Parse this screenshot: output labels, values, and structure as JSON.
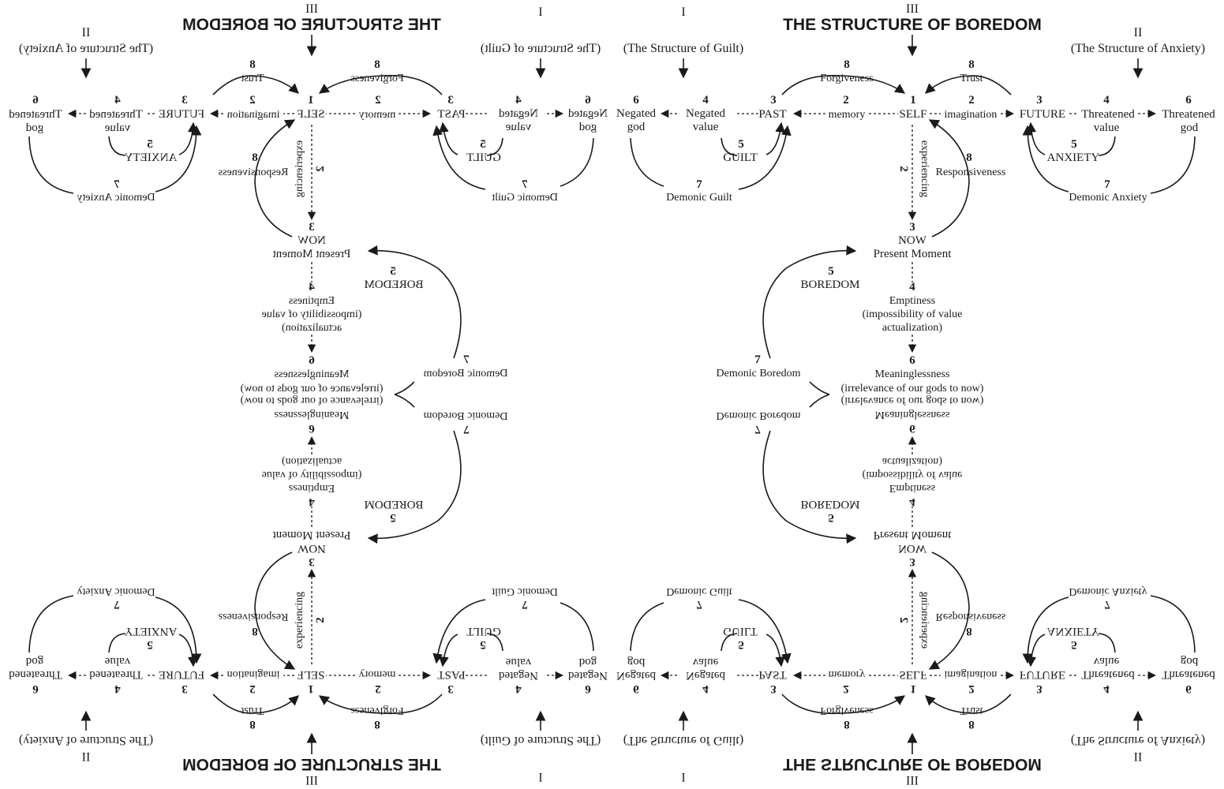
{
  "diagram": {
    "main_title": "THE STRUCTURE OF BOREDOM",
    "main_roman": "III",
    "left_ref": {
      "roman": "I",
      "title": "(The Structure of Guilt)"
    },
    "right_ref": {
      "roman": "II",
      "title": "(The Structure of Anxiety)"
    },
    "nodes": {
      "self": {
        "num": "1",
        "label": "SELF"
      },
      "past": {
        "num": "3",
        "label": "PAST"
      },
      "future": {
        "num": "3",
        "label": "FUTURE"
      },
      "negated_value": {
        "num": "4",
        "line1": "Negated",
        "line2": "value"
      },
      "threatened_value": {
        "num": "4",
        "line1": "Threatened",
        "line2": "value"
      },
      "negated_god": {
        "num": "6",
        "line1": "Negated",
        "line2": "god"
      },
      "threatened_god": {
        "num": "6",
        "line1": "Threatened",
        "line2": "god"
      },
      "guilt": {
        "num": "5",
        "label": "GUILT"
      },
      "anxiety": {
        "num": "5",
        "label": "ANXIETY"
      },
      "demonic_guilt": {
        "num": "7",
        "label": "Demonic Guilt"
      },
      "demonic_anxiety": {
        "num": "7",
        "label": "Demonic Anxiety"
      },
      "now": {
        "num": "3",
        "line1": "NOW",
        "line2": "Present Moment"
      },
      "boredom": {
        "num": "5",
        "label": "BOREDOM"
      },
      "emptiness": {
        "num": "4",
        "line1": "Emptiness",
        "line2": "(impossibility of value",
        "line3": "actualization)"
      },
      "meaninglessness": {
        "num": "6",
        "line1": "Meaninglessness",
        "line2": "(irrelevance of our gods to now)"
      },
      "demonic_boredom": {
        "num": "7",
        "label": "Demonic Boredom"
      }
    },
    "edges": {
      "memory": {
        "num": "2",
        "label": "memory"
      },
      "imagination": {
        "num": "2",
        "label": "imagination"
      },
      "experiencing": {
        "num": "2",
        "label": "experiencing"
      },
      "forgiveness": {
        "num": "8",
        "label": "Forgiveness"
      },
      "trust": {
        "num": "8",
        "label": "Trust"
      },
      "responsiveness": {
        "num": "8",
        "label": "Responsiveness"
      }
    }
  }
}
